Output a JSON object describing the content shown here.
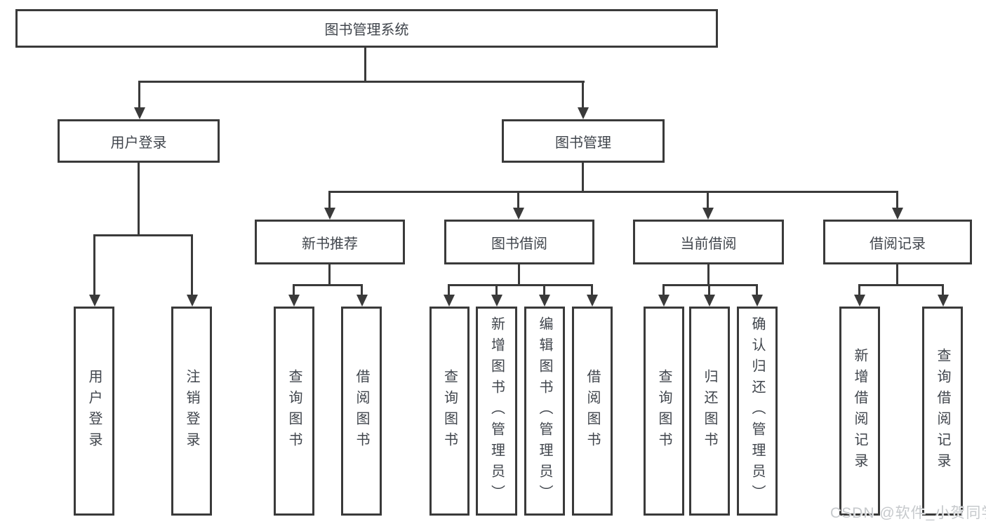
{
  "tree": {
    "root": {
      "label": "图书管理系统"
    },
    "children": [
      {
        "label": "用户登录",
        "children": [
          {
            "label": "用户登录"
          },
          {
            "label": "注销登录"
          }
        ]
      },
      {
        "label": "图书管理",
        "children": [
          {
            "label": "新书推荐",
            "children": [
              {
                "label": "查询图书"
              },
              {
                "label": "借阅图书"
              }
            ]
          },
          {
            "label": "图书借阅",
            "children": [
              {
                "label": "查询图书"
              },
              {
                "label": "新增图书（管理员）"
              },
              {
                "label": "编辑图书（管理员）"
              },
              {
                "label": "借阅图书"
              }
            ]
          },
          {
            "label": "当前借阅",
            "children": [
              {
                "label": "查询图书"
              },
              {
                "label": "归还图书"
              },
              {
                "label": "确认归还（管理员）"
              }
            ]
          },
          {
            "label": "借阅记录",
            "children": [
              {
                "label": "新增借阅记录"
              },
              {
                "label": "查询借阅记录"
              }
            ]
          }
        ]
      }
    ]
  },
  "watermark": {
    "text": "CSDN @软件_小贺同学"
  },
  "colors": {
    "line": "#3a3a3a",
    "text": "#40454c",
    "background": "#ffffff",
    "watermark": "#c6c9cc"
  }
}
